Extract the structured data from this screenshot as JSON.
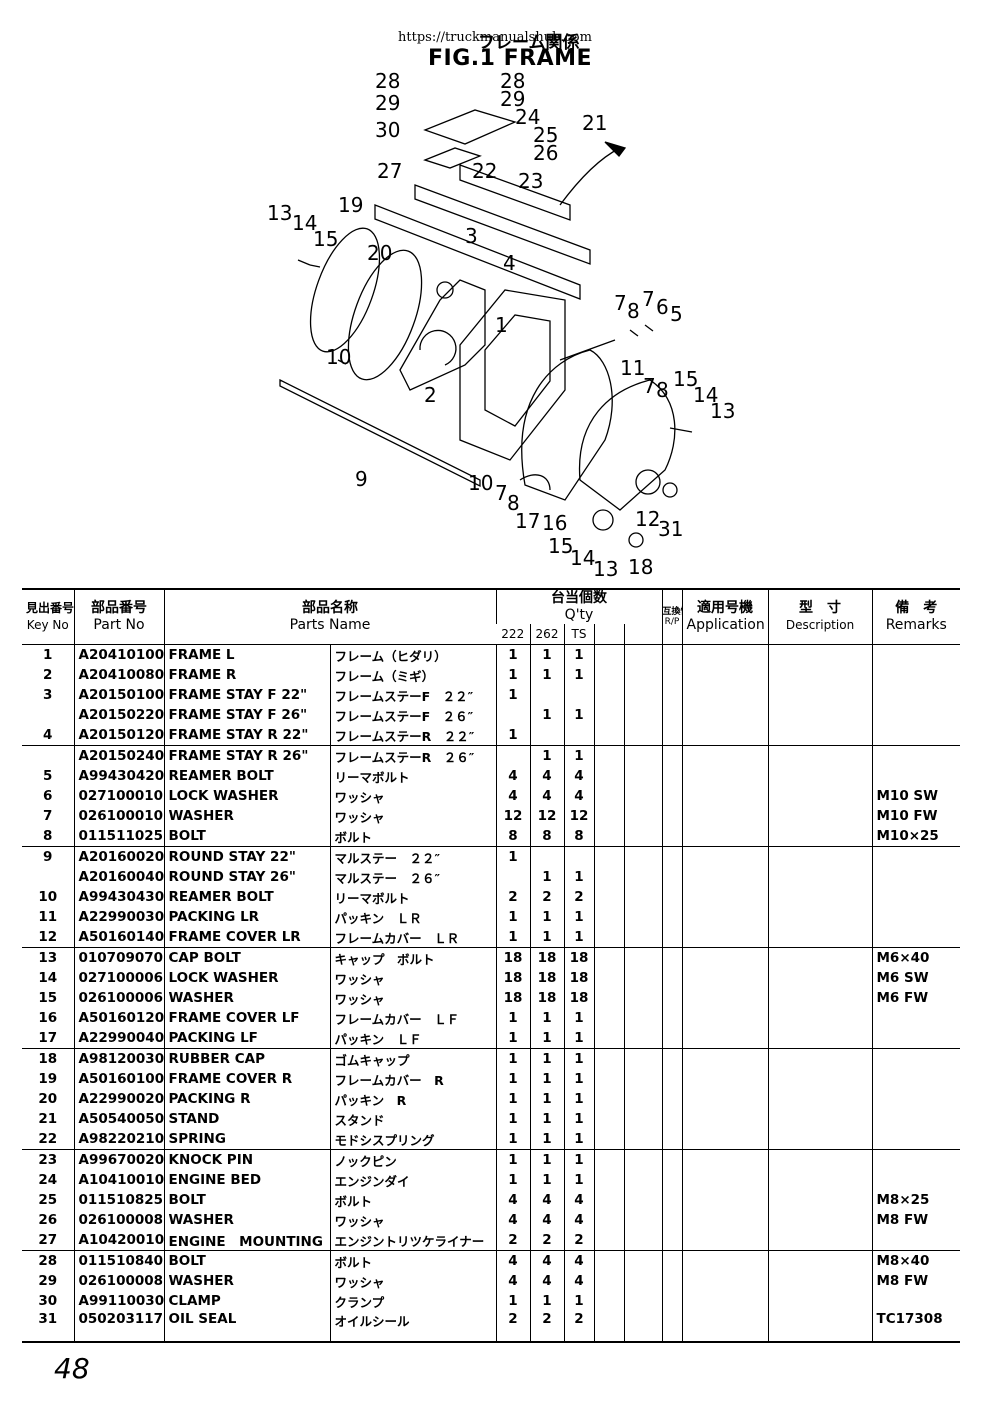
{
  "header": {
    "url": "https://truckmanualshub.com",
    "title_jp": "フレーム関係",
    "title": "FIG.1 FRAME"
  },
  "diagram_labels": [
    "28",
    "28",
    "29",
    "29",
    "30",
    "24",
    "25",
    "26",
    "21",
    "27",
    "22",
    "23",
    "13",
    "14",
    "15",
    "19",
    "20",
    "3",
    "4",
    "7",
    "8",
    "7",
    "6",
    "5",
    "1",
    "10",
    "2",
    "11",
    "7",
    "8",
    "15",
    "14",
    "13",
    "9",
    "10",
    "7",
    "8",
    "17",
    "16",
    "12",
    "31",
    "15",
    "14",
    "13",
    "18"
  ],
  "table": {
    "headers": {
      "key_jp": "見出番号",
      "key_en": "Key No",
      "partno_jp": "部品番号",
      "partno_en": "Part No",
      "name_jp": "部品名称",
      "name_en": "Parts Name",
      "qty_jp": "台当個数",
      "qty_en": "Q'ty",
      "qty_cols": [
        "222",
        "262",
        "TS"
      ],
      "interch_jp": "互換性",
      "interch_en": "R/P",
      "app_jp": "適用号機",
      "app_en": "Application",
      "desc_jp": "型　寸",
      "desc_en": "Description",
      "rem_jp": "備　考",
      "rem_en": "Remarks"
    },
    "rows": [
      {
        "key": "1",
        "part": "A20410100",
        "name": "FRAME L",
        "jp": "フレーム（ヒダリ）",
        "q222": "1",
        "q262": "1",
        "qts": "1",
        "remarks": "",
        "group": true
      },
      {
        "key": "2",
        "part": "A20410080",
        "name": "FRAME R",
        "jp": "フレーム（ミギ）",
        "q222": "1",
        "q262": "1",
        "qts": "1",
        "remarks": "",
        "group": false
      },
      {
        "key": "3",
        "part": "A20150100",
        "name": "FRAME STAY F 22\"",
        "jp": "フレームステーF　２２″",
        "q222": "1",
        "q262": "",
        "qts": "",
        "remarks": "",
        "group": false
      },
      {
        "key": "",
        "part": "A20150220",
        "name": "FRAME STAY F 26\"",
        "jp": "フレームステーF　２６″",
        "q222": "",
        "q262": "1",
        "qts": "1",
        "remarks": "",
        "group": false
      },
      {
        "key": "4",
        "part": "A20150120",
        "name": "FRAME STAY R 22\"",
        "jp": "フレームステーR　２２″",
        "q222": "1",
        "q262": "",
        "qts": "",
        "remarks": "",
        "group": false
      },
      {
        "key": "",
        "part": "A20150240",
        "name": "FRAME STAY R 26\"",
        "jp": "フレームステーR　２６″",
        "q222": "",
        "q262": "1",
        "qts": "1",
        "remarks": "",
        "group": true
      },
      {
        "key": "5",
        "part": "A99430420",
        "name": "REAMER BOLT",
        "jp": "リーマボルト",
        "q222": "4",
        "q262": "4",
        "qts": "4",
        "remarks": "",
        "group": false
      },
      {
        "key": "6",
        "part": "027100010",
        "name": "LOCK WASHER",
        "jp": "ワッシャ",
        "q222": "4",
        "q262": "4",
        "qts": "4",
        "remarks": "M10 SW",
        "group": false
      },
      {
        "key": "7",
        "part": "026100010",
        "name": "WASHER",
        "jp": "ワッシャ",
        "q222": "12",
        "q262": "12",
        "qts": "12",
        "remarks": "M10 FW",
        "group": false
      },
      {
        "key": "8",
        "part": "011511025",
        "name": "BOLT",
        "jp": "ボルト",
        "q222": "8",
        "q262": "8",
        "qts": "8",
        "remarks": "M10×25",
        "group": false
      },
      {
        "key": "9",
        "part": "A20160020",
        "name": "ROUND STAY 22\"",
        "jp": "マルステー　２２″",
        "q222": "1",
        "q262": "",
        "qts": "",
        "remarks": "",
        "group": true
      },
      {
        "key": "",
        "part": "A20160040",
        "name": "ROUND STAY 26\"",
        "jp": "マルステー　２６″",
        "q222": "",
        "q262": "1",
        "qts": "1",
        "remarks": "",
        "group": false
      },
      {
        "key": "10",
        "part": "A99430430",
        "name": "REAMER BOLT",
        "jp": "リーマボルト",
        "q222": "2",
        "q262": "2",
        "qts": "2",
        "remarks": "",
        "group": false
      },
      {
        "key": "11",
        "part": "A22990030",
        "name": "PACKING LR",
        "jp": "パッキン　ＬＲ",
        "q222": "1",
        "q262": "1",
        "qts": "1",
        "remarks": "",
        "group": false
      },
      {
        "key": "12",
        "part": "A50160140",
        "name": "FRAME COVER LR",
        "jp": "フレームカバー　ＬＲ",
        "q222": "1",
        "q262": "1",
        "qts": "1",
        "remarks": "",
        "group": false
      },
      {
        "key": "13",
        "part": "010709070",
        "name": "CAP BOLT",
        "jp": "キャップ　ボルト",
        "q222": "18",
        "q262": "18",
        "qts": "18",
        "remarks": "M6×40",
        "group": true
      },
      {
        "key": "14",
        "part": "027100006",
        "name": "LOCK WASHER",
        "jp": "ワッシャ",
        "q222": "18",
        "q262": "18",
        "qts": "18",
        "remarks": "M6 SW",
        "group": false
      },
      {
        "key": "15",
        "part": "026100006",
        "name": "WASHER",
        "jp": "ワッシャ",
        "q222": "18",
        "q262": "18",
        "qts": "18",
        "remarks": "M6 FW",
        "group": false
      },
      {
        "key": "16",
        "part": "A50160120",
        "name": "FRAME COVER LF",
        "jp": "フレームカバー　ＬＦ",
        "q222": "1",
        "q262": "1",
        "qts": "1",
        "remarks": "",
        "group": false
      },
      {
        "key": "17",
        "part": "A22990040",
        "name": "PACKING LF",
        "jp": "パッキン　ＬＦ",
        "q222": "1",
        "q262": "1",
        "qts": "1",
        "remarks": "",
        "group": false
      },
      {
        "key": "18",
        "part": "A98120030",
        "name": "RUBBER CAP",
        "jp": "ゴムキャップ",
        "q222": "1",
        "q262": "1",
        "qts": "1",
        "remarks": "",
        "group": true
      },
      {
        "key": "19",
        "part": "A50160100",
        "name": "FRAME COVER R",
        "jp": "フレームカバー　R",
        "q222": "1",
        "q262": "1",
        "qts": "1",
        "remarks": "",
        "group": false
      },
      {
        "key": "20",
        "part": "A22990020",
        "name": "PACKING R",
        "jp": "パッキン　R",
        "q222": "1",
        "q262": "1",
        "qts": "1",
        "remarks": "",
        "group": false
      },
      {
        "key": "21",
        "part": "A50540050",
        "name": "STAND",
        "jp": "スタンド",
        "q222": "1",
        "q262": "1",
        "qts": "1",
        "remarks": "",
        "group": false
      },
      {
        "key": "22",
        "part": "A98220210",
        "name": "SPRING",
        "jp": "モドシスプリング",
        "q222": "1",
        "q262": "1",
        "qts": "1",
        "remarks": "",
        "group": false
      },
      {
        "key": "23",
        "part": "A99670020",
        "name": "KNOCK PIN",
        "jp": "ノックピン",
        "q222": "1",
        "q262": "1",
        "qts": "1",
        "remarks": "",
        "group": true
      },
      {
        "key": "24",
        "part": "A10410010",
        "name": "ENGINE BED",
        "jp": "エンジンダイ",
        "q222": "1",
        "q262": "1",
        "qts": "1",
        "remarks": "",
        "group": false
      },
      {
        "key": "25",
        "part": "011510825",
        "name": "BOLT",
        "jp": "ボルト",
        "q222": "4",
        "q262": "4",
        "qts": "4",
        "remarks": "M8×25",
        "group": false
      },
      {
        "key": "26",
        "part": "026100008",
        "name": "WASHER",
        "jp": "ワッシャ",
        "q222": "4",
        "q262": "4",
        "qts": "4",
        "remarks": "M8 FW",
        "group": false
      },
      {
        "key": "27",
        "part": "A10420010",
        "name": "ENGINE　MOUNTING",
        "jp": "エンジントリツケライナー",
        "q222": "2",
        "q262": "2",
        "qts": "2",
        "remarks": "",
        "group": false
      },
      {
        "key": "28",
        "part": "011510840",
        "name": "BOLT",
        "jp": "ボルト",
        "q222": "4",
        "q262": "4",
        "qts": "4",
        "remarks": "M8×40",
        "group": true
      },
      {
        "key": "29",
        "part": "026100008",
        "name": "WASHER",
        "jp": "ワッシャ",
        "q222": "4",
        "q262": "4",
        "qts": "4",
        "remarks": "M8 FW",
        "group": false
      },
      {
        "key": "30",
        "part": "A99110030",
        "name": "CLAMP",
        "jp": "クランプ",
        "q222": "1",
        "q262": "1",
        "qts": "1",
        "remarks": "",
        "group": false
      },
      {
        "key": "31",
        "part": "050203117",
        "name": "OIL SEAL",
        "jp": "オイルシール",
        "q222": "2",
        "q262": "2",
        "qts": "2",
        "remarks": "TC17308",
        "group": false
      }
    ]
  },
  "page_number": "48"
}
